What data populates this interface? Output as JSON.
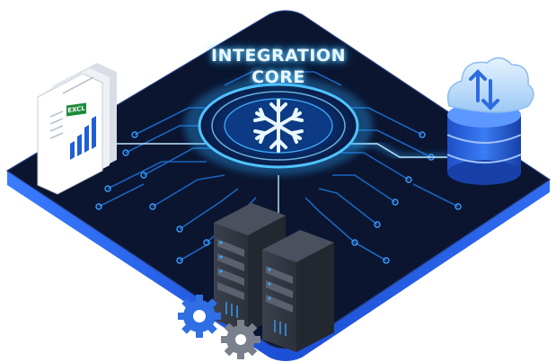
{
  "core": {
    "title_line1": "INTEGRATION",
    "title_line2": "CORE",
    "icon": "snowflake-icon"
  },
  "document": {
    "badge": "EXCL",
    "icon": "spreadsheet-document-icon"
  },
  "cloud_database": {
    "icon": "cloud-database-icon"
  },
  "servers": {
    "icon": "server-rack-icon"
  },
  "gears": {
    "icon": "gears-icon"
  },
  "colors": {
    "platform": "#0b1530",
    "platform_edge": "#1b4fd6",
    "glow": "#2aa8ff",
    "circuit": "#1e74d8"
  }
}
